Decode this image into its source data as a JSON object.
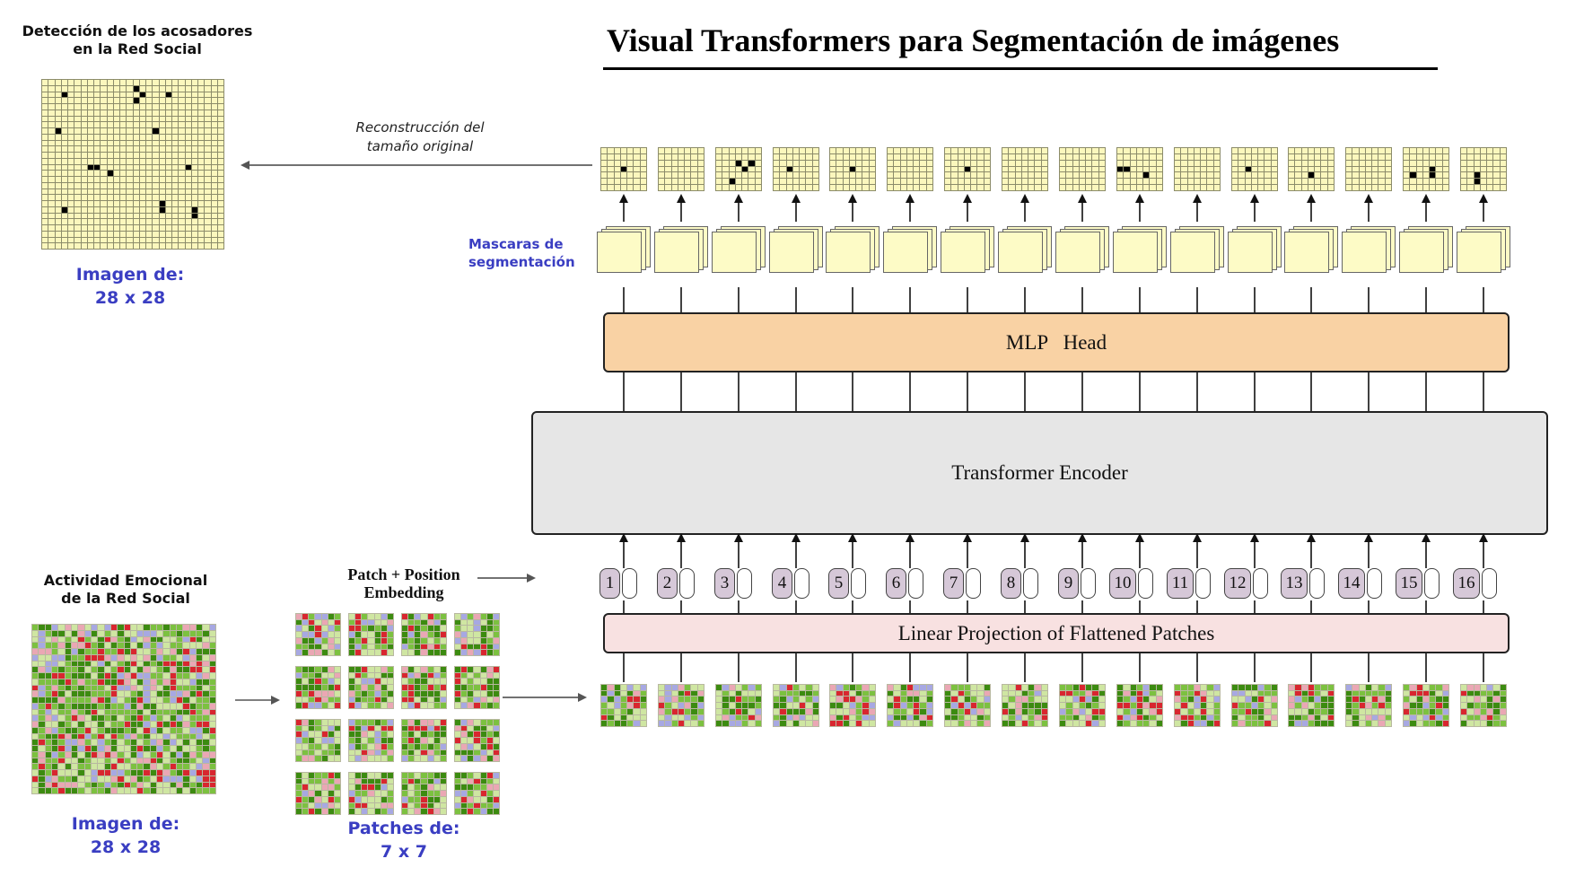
{
  "title": "Visual Transformers para Segmentación de imágenes",
  "output_section": {
    "heading": "Detección de los acosadores en la Red Social",
    "size_label_1": "Imagen de:",
    "size_label_2": "28 x 28",
    "reconstruction_label": "Reconstrucción del tamaño original"
  },
  "masks_label": "Mascaras de segmentación",
  "mlp_head": "MLP   Head",
  "transformer_encoder": "Transformer Encoder",
  "linear_projection": "Linear Projection of Flattened Patches",
  "patch_embedding_label": "Patch + Position Embedding",
  "input_section": {
    "heading": "Actividad Emocional de la Red Social",
    "size_label_1": "Imagen de:",
    "size_label_2": "28 x 28"
  },
  "patches_section": {
    "label_1": "Patches de:",
    "label_2": "7 x 7"
  },
  "tokens": [
    "1",
    "2",
    "3",
    "4",
    "5",
    "6",
    "7",
    "8",
    "9",
    "10",
    "11",
    "12",
    "13",
    "14",
    "15",
    "16"
  ],
  "colors": {
    "mlp": "#f9d2a4",
    "encoder": "#e6e6e6",
    "projection": "#f8e1e1",
    "mask": "#fdfbc6",
    "token": "#d6c8d8",
    "blue_text": "#3a3ec2",
    "heat_green_dark": "#3c8b10",
    "heat_green": "#7cc140",
    "heat_light": "#cfe6a2",
    "heat_red": "#d8262f",
    "heat_pink": "#eaa7b4",
    "heat_lavender": "#a7a8e2"
  }
}
